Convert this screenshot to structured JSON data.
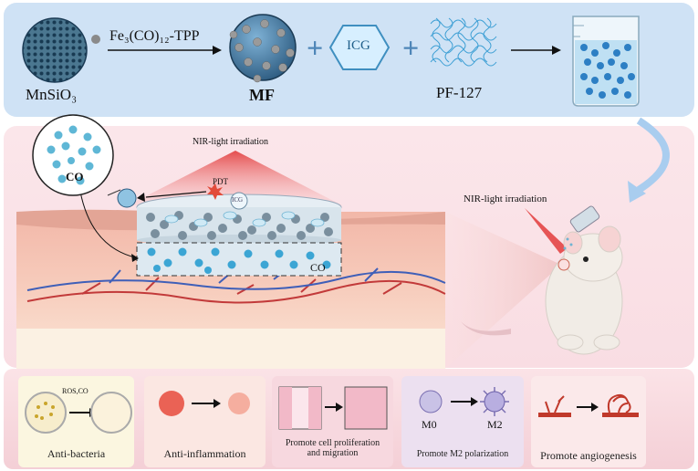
{
  "synthesis": {
    "mnsio3": "MnSiO₃",
    "reagent": "Fe₃(CO)₁₂-TPP",
    "mf": "MF",
    "icg": "ICG",
    "pf127": "PF-127"
  },
  "treatment": {
    "nir_top": "NIR-light irradiation",
    "nir_mouse": "NIR-light irradiation",
    "pdt": "PDT",
    "icg_small": "ICG",
    "co_bubble": "CO",
    "co_layer": "CO"
  },
  "outcomes": {
    "ros_co": "ROS,CO",
    "anti_bacteria": "Anti-bacteria",
    "anti_inflammation": "Anti-inflammation",
    "proliferation_line1": "Promote cell proliferation",
    "proliferation_line2": "and migration",
    "m0": "M0",
    "m2": "M2",
    "m2_polarization": "Promote M2 polarization",
    "angiogenesis": "Promote angiogenesis"
  },
  "colors": {
    "top_panel": "#cfe2f5",
    "particle_dark": "#1d4a6a",
    "particle_light": "#5fb7d6",
    "nir_red": "#e23b3b"
  }
}
